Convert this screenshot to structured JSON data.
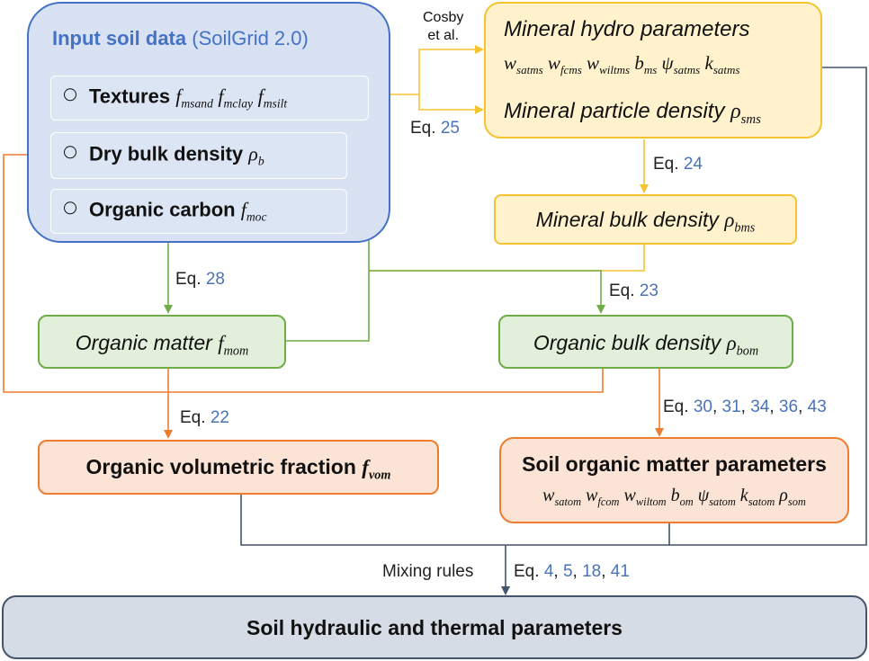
{
  "input": {
    "title": "Input soil data",
    "source": "(SoilGrid 2.0)",
    "textures_label": "Textures",
    "bulk_density_label": "Dry bulk density",
    "organic_carbon_label": "Organic carbon"
  },
  "cosby": {
    "line1": "Cosby",
    "line2": "et al."
  },
  "mineral": {
    "hydro_title": "Mineral hydro parameters",
    "particle_title": "Mineral particle density"
  },
  "mineral_bulk": {
    "title": "Mineral bulk density"
  },
  "organic_matter": {
    "title": "Organic matter"
  },
  "organic_bulk": {
    "title": "Organic bulk density"
  },
  "organic_vol": {
    "title": "Organic volumetric fraction"
  },
  "som": {
    "title": "Soil organic matter parameters"
  },
  "output": {
    "title": "Soil hydraulic and thermal parameters"
  },
  "mixing": {
    "label": "Mixing rules"
  },
  "eq": {
    "prefix": "Eq.",
    "e25": "25",
    "e24": "24",
    "e28": "28",
    "e23": "23",
    "e22": "22",
    "e30": "30",
    "e31": "31",
    "e34": "34",
    "e36": "36",
    "e43": "43",
    "e4": "4",
    "e5": "5",
    "e18": "18",
    "e41": "41"
  },
  "colors": {
    "blue": "#4472c4",
    "yellow": "#f4c430",
    "green": "#70ad47",
    "orange": "#ed7d31",
    "slate": "#44546a",
    "eq_number": "#4a73b6"
  }
}
